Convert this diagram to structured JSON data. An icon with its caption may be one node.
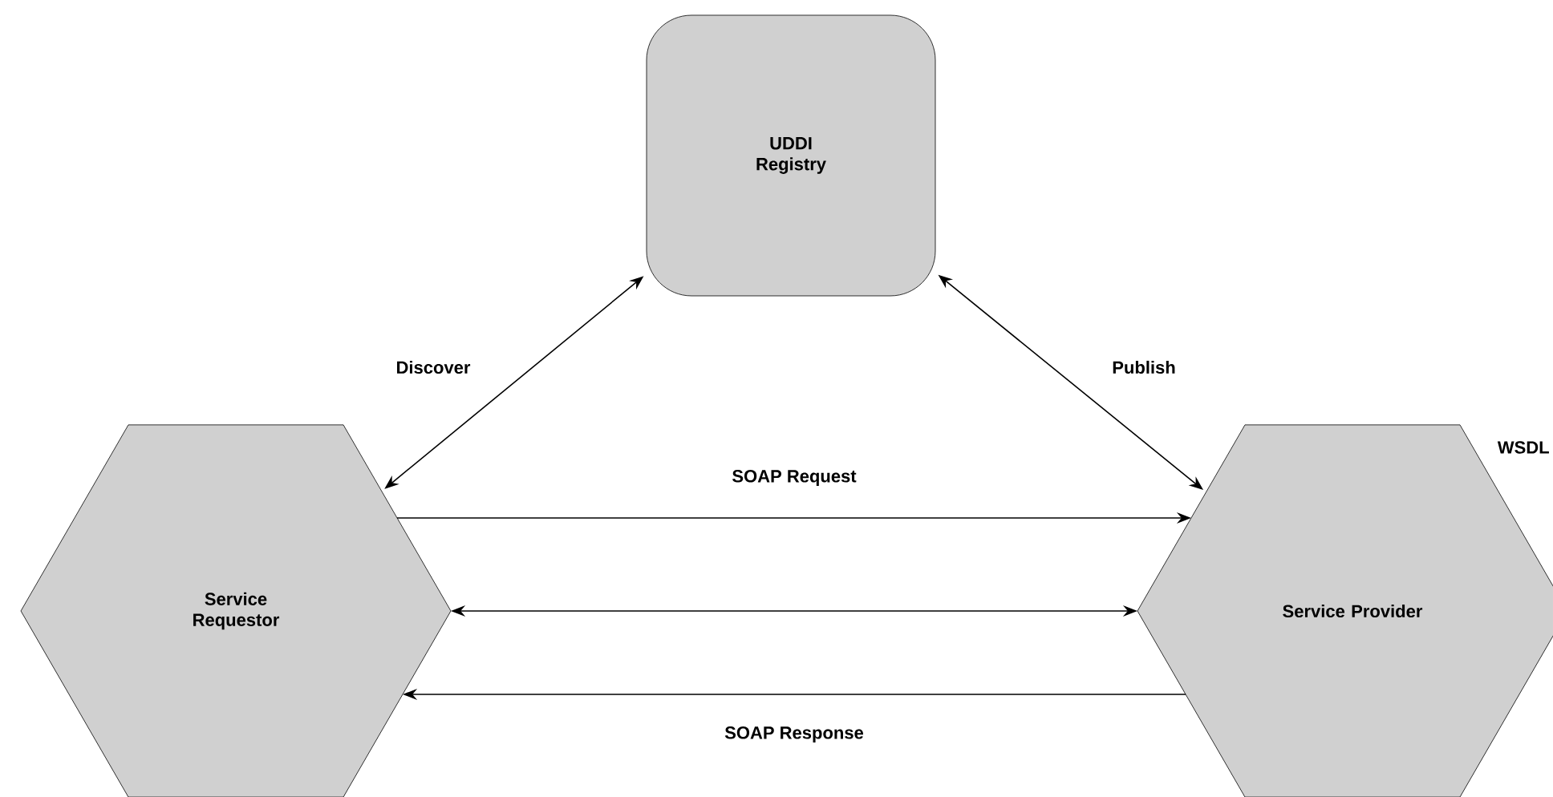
{
  "diagram": {
    "nodes": [
      {
        "text": [
          "UDDI Registry"
        ]
      },
      {
        "text": [
          "Service Requestor"
        ]
      },
      {
        "text": [
          "Service Provider"
        ],
        "beside": [
          "WSDL"
        ]
      }
    ],
    "edges": [
      {
        "from": 1,
        "to": 0,
        "arrow": "both",
        "label": "Discover"
      },
      {
        "from": 2,
        "to": 0,
        "arrow": "both",
        "label": "Publish"
      },
      {
        "from": 1,
        "to": 2,
        "arrow": "to",
        "label": "SOAP Request"
      },
      {
        "from": 1,
        "to": 2,
        "arrow": "both"
      },
      {
        "from": 2,
        "to": 1,
        "arrow": "to",
        "label": "SOAP Response"
      }
    ]
  }
}
